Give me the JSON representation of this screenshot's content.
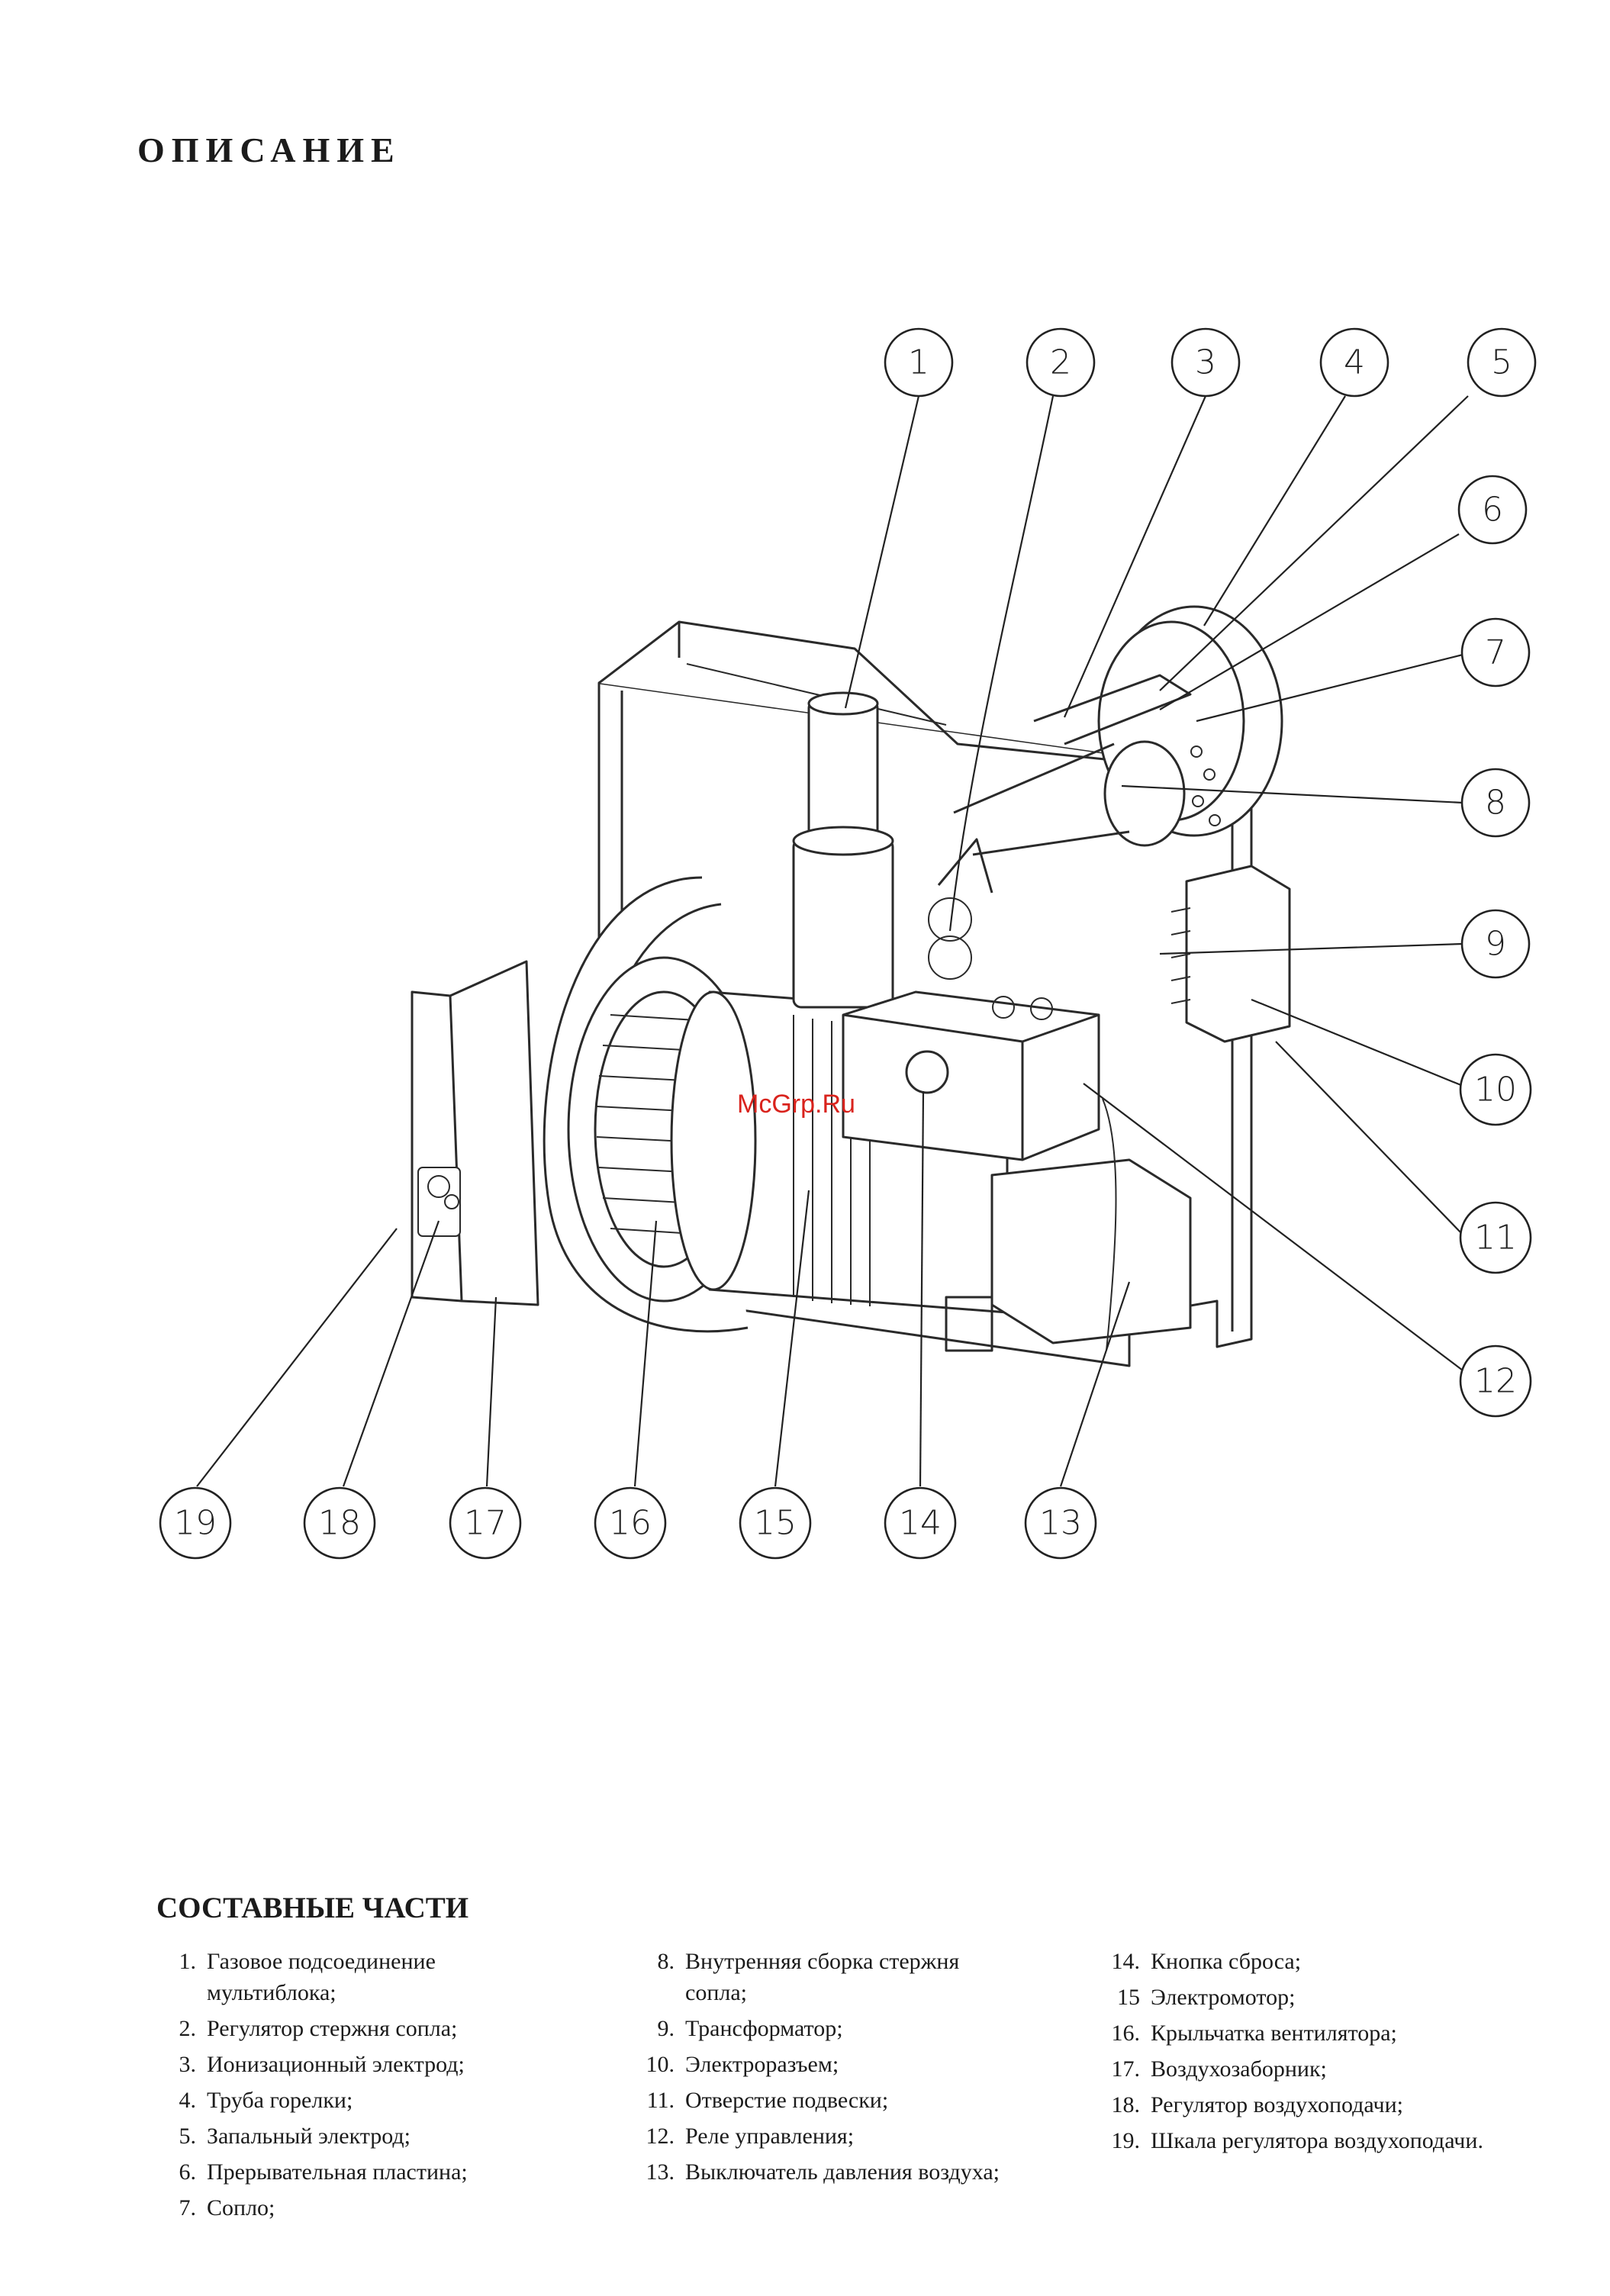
{
  "page": {
    "title": "ОПИСАНИЕ",
    "watermark": "McGrp.Ru"
  },
  "diagram": {
    "callouts": [
      "1",
      "2",
      "3",
      "4",
      "5",
      "6",
      "7",
      "8",
      "9",
      "10",
      "11",
      "12",
      "13",
      "14",
      "15",
      "16",
      "17",
      "18",
      "19"
    ]
  },
  "parts": {
    "title": "СОСТАВНЫЕ ЧАСТИ",
    "columns": [
      [
        {
          "num": "1.",
          "text": "Газовое подсоединение мультиблока;"
        },
        {
          "num": "2.",
          "text": "Регулятор стержня сопла;"
        },
        {
          "num": "3.",
          "text": "Ионизационный электрод;"
        },
        {
          "num": "4.",
          "text": "Труба горелки;"
        },
        {
          "num": "5.",
          "text": "Запальный электрод;"
        },
        {
          "num": "6.",
          "text": "Прерывательная пластина;"
        },
        {
          "num": "7.",
          "text": "Сопло;"
        }
      ],
      [
        {
          "num": "8.",
          "text": "Внутренняя сборка стержня сопла;"
        },
        {
          "num": "9.",
          "text": "Трансформатор;"
        },
        {
          "num": "10.",
          "text": "Электроразъем;"
        },
        {
          "num": "11.",
          "text": "Отверстие подвески;"
        },
        {
          "num": "12.",
          "text": "Реле управления;"
        },
        {
          "num": "13.",
          "text": "Выключатель давления воздуха;"
        }
      ],
      [
        {
          "num": "14.",
          "text": "Кнопка сброса;"
        },
        {
          "num": "15",
          "text": "Электромотор;"
        },
        {
          "num": "16.",
          "text": "Крыльчатка вентилятора;"
        },
        {
          "num": "17.",
          "text": "Воздухозаборник;"
        },
        {
          "num": "18.",
          "text": "Регулятор воздухоподачи;"
        },
        {
          "num": "19.",
          "text": "Шкала регулятора воздухоподачи."
        }
      ]
    ]
  }
}
